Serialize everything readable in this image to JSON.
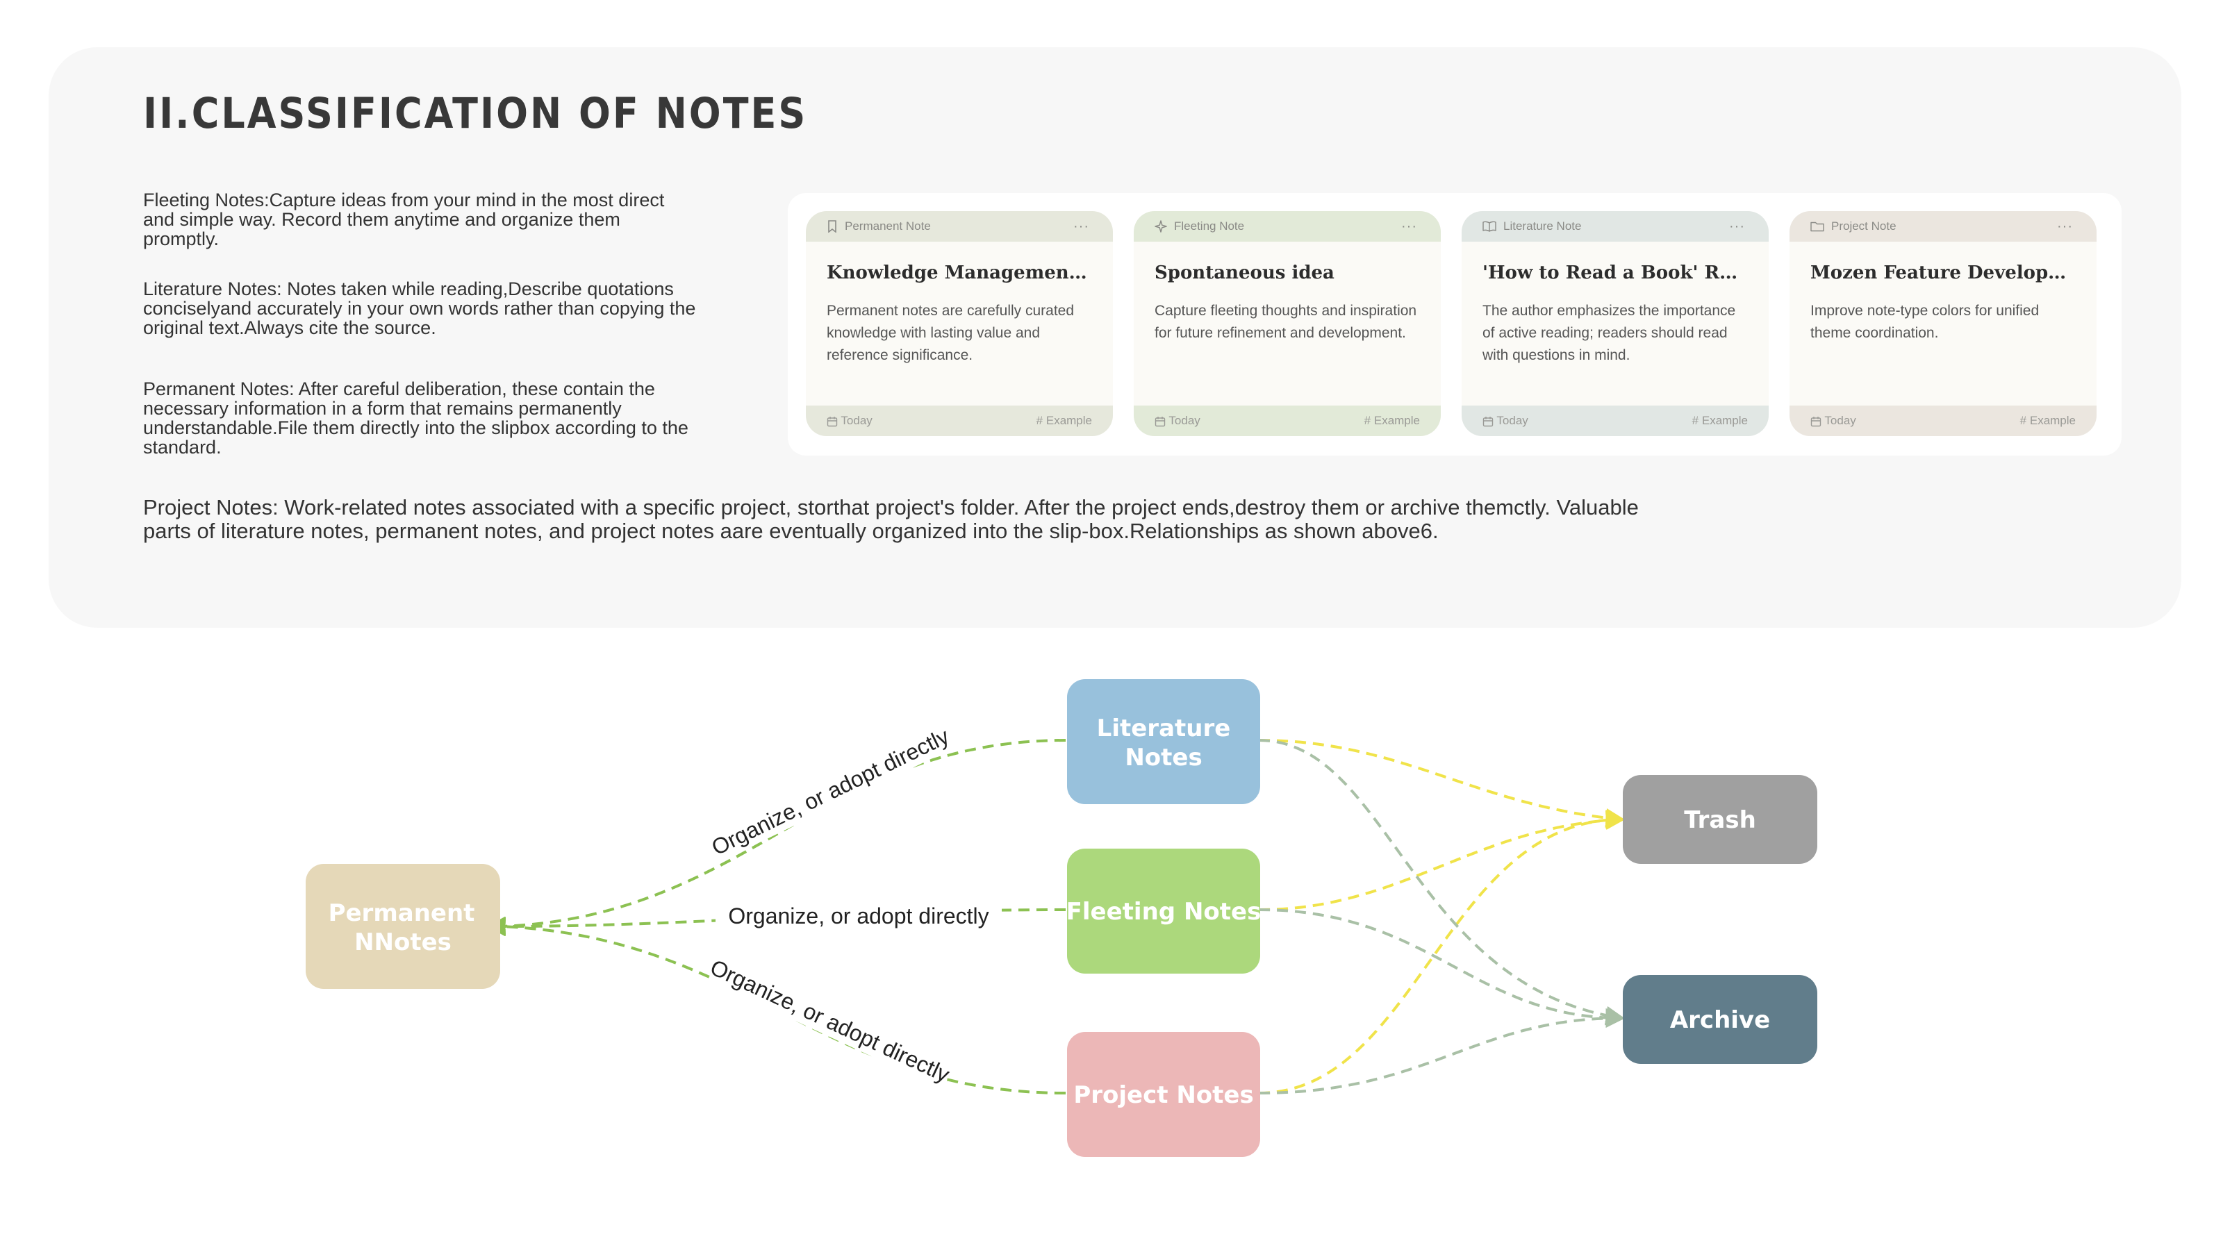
{
  "section_title": "II.Classification of Notes",
  "descriptions": {
    "fleeting": "Fleeting Notes:Capture ideas from your mind in the most direct and simple way. Record them anytime and organize them promptly.",
    "literature": "Literature Notes: Notes taken while reading,Describe quotations conciselyand accurately in your own words rather than copying the original text.Always cite the source.",
    "permanent": "Permanent Notes: After careful deliberation, these contain the necessary information in a form that remains permanently understandable.File them directly into the slipbox according to the standard.",
    "project": "Project Notes: Work-related notes associated with a specific project, storthat project's folder. After the project ends,destroy them or archive themctly. Valuable parts of literature notes, permanent notes, and project notes aare eventually organized into the slip-box.Relationships as shown above6."
  },
  "cards": [
    {
      "type_label": "Permanent Note",
      "icon": "bookmark-icon",
      "title": "Knowledge Management: C...",
      "body": "Permanent notes are carefully curated knowledge with lasting value and reference significance.",
      "date": "Today",
      "tag": "# Example",
      "header_color": "#e6e8dc",
      "footer_color": "#e6e8dc"
    },
    {
      "type_label": "Fleeting Note",
      "icon": "sparkle-icon",
      "title": "Spontaneous idea",
      "body": "Capture fleeting thoughts and inspiration for future refinement and development.",
      "date": "Today",
      "tag": "# Example",
      "header_color": "#e2ead8",
      "footer_color": "#e2ead8"
    },
    {
      "type_label": "Literature Note",
      "icon": "book-icon",
      "title": "'How to Read a Book' Readi...",
      "body": "The author emphasizes the importance of active reading; readers should read with questions in mind.",
      "date": "Today",
      "tag": "# Example",
      "header_color": "#e1e7e4",
      "footer_color": "#e1e7e4"
    },
    {
      "type_label": "Project Note",
      "icon": "folder-icon",
      "title": "Mozen Feature Developme...",
      "body": "Improve note-type colors for unified theme coordination.",
      "date": "Today",
      "tag": "# Example",
      "header_color": "#ebe6df",
      "footer_color": "#ebe6df"
    }
  ],
  "diagram": {
    "nodes": {
      "permanent": {
        "label_lines": [
          "Permanent",
          "NNotes"
        ],
        "color": "#e5d8b8"
      },
      "literature": {
        "label_lines": [
          "Literature",
          "Notes"
        ],
        "color": "#98c1dc"
      },
      "fleeting": {
        "label_lines": [
          "Fleeting Notes"
        ],
        "color": "#acd87c"
      },
      "project": {
        "label_lines": [
          "Project Notes"
        ],
        "color": "#ecb7b7"
      },
      "trash": {
        "label_lines": [
          "Trash"
        ],
        "color": "#a0a0a0"
      },
      "archive": {
        "label_lines": [
          "Archive"
        ],
        "color": "#617d8b"
      }
    },
    "edge_labels": {
      "literature_to_permanent": "Organize, or adopt directly",
      "fleeting_to_permanent": "Organize, or adopt directly",
      "project_to_permanent": "Organize, or adopt directly"
    },
    "colors": {
      "to_permanent": "#8cc152",
      "to_trash": "#f0e34a",
      "to_archive": "#a9c0a6"
    }
  }
}
